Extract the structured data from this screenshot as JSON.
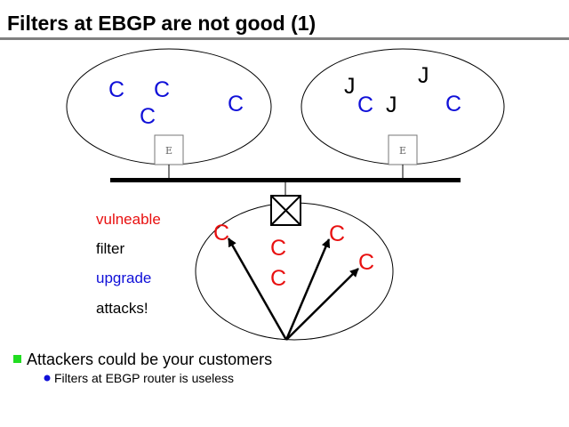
{
  "slide": {
    "title": "Filters at EBGP are not good (1)",
    "colors": {
      "blue": "#1010d8",
      "red": "#e81010",
      "green": "#22dd22",
      "black": "#000000"
    }
  },
  "diagram": {
    "left_as": {
      "letters": [
        "C",
        "C",
        "C",
        "C"
      ],
      "router_label": "E"
    },
    "right_as": {
      "letters": [
        "J",
        "C",
        "J",
        "J",
        "C"
      ],
      "router_label": "E"
    },
    "victim_as": {
      "letters": [
        "C",
        "C",
        "C",
        "C",
        "C"
      ]
    },
    "labels": {
      "vulnerable": "vulneable",
      "filter": "filter",
      "upgrade": "upgrade",
      "attacks": "attacks!"
    }
  },
  "bullets": [
    {
      "text": "Attackers could be your customers",
      "sub": [
        {
          "text": "Filters at EBGP router is useless"
        }
      ]
    }
  ]
}
